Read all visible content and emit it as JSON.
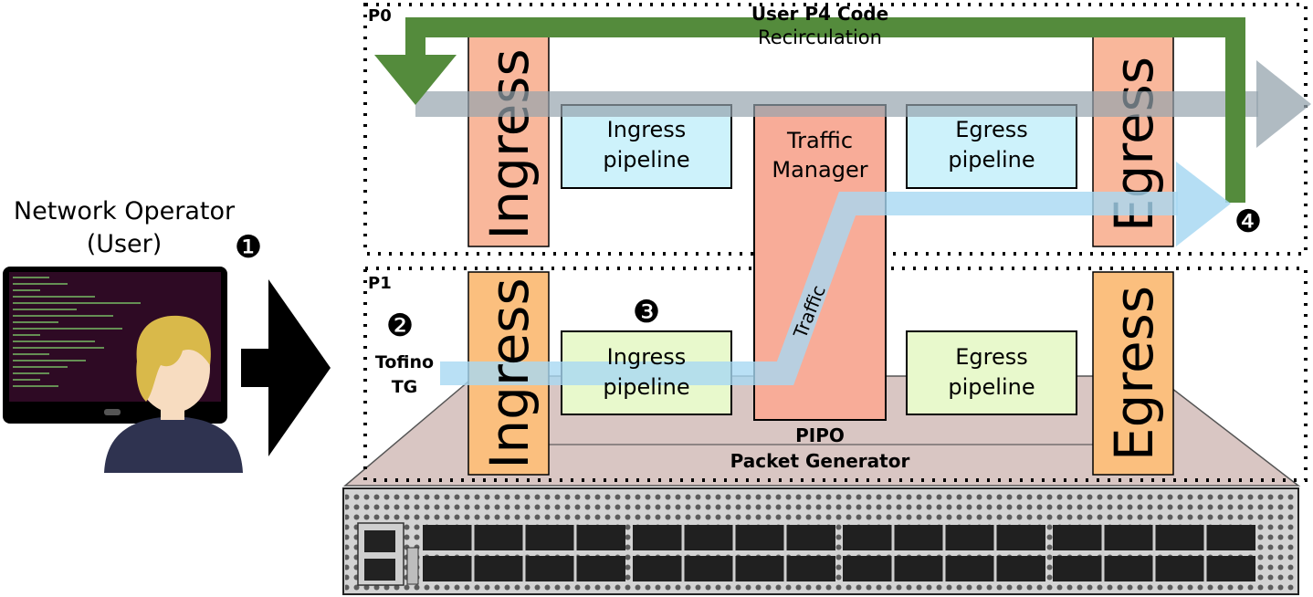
{
  "operator": {
    "title": "Network Operator",
    "subtitle": "(User)"
  },
  "steps": {
    "one": "❶",
    "two": "❷",
    "three": "❸",
    "four": "❹"
  },
  "generator": {
    "line1": "Tofino",
    "line2": "TG"
  },
  "pipes": {
    "p0": {
      "label": "P0",
      "ingress": "Ingress",
      "egress": "Egress",
      "ingress_pipeline": [
        "Ingress",
        "pipeline"
      ],
      "egress_pipeline": [
        "Egress",
        "pipeline"
      ]
    },
    "p1": {
      "label": "P1",
      "ingress": "Ingress",
      "egress": "Egress",
      "ingress_pipeline": [
        "Ingress",
        "pipeline"
      ],
      "egress_pipeline": [
        "Egress",
        "pipeline"
      ]
    }
  },
  "top": {
    "code_label": "User P4 Code",
    "recirculation": "Recirculation"
  },
  "traffic_manager": [
    "Traffic",
    "Manager"
  ],
  "traffic_label": "Traffic",
  "pipo": {
    "label": "PIPO",
    "sub": "Packet Generator"
  },
  "icons": [
    "terminal-screen-icon",
    "user-avatar-icon",
    "big-arrow-icon",
    "switch-hardware-icon"
  ],
  "colors": {
    "ingress_egress_p0": "#f9b79b",
    "ingress_egress_p1": "#fbbf7e",
    "pipeline_p0": "#cdf2fb",
    "pipeline_p1": "#e8f9cc",
    "traffic_manager": "#f8ac98",
    "recirculation": "#548b3c",
    "data_path": "#95a4ae",
    "traffic_path": "#a8d8f2",
    "switch_chassis": "#d5d5d5"
  }
}
